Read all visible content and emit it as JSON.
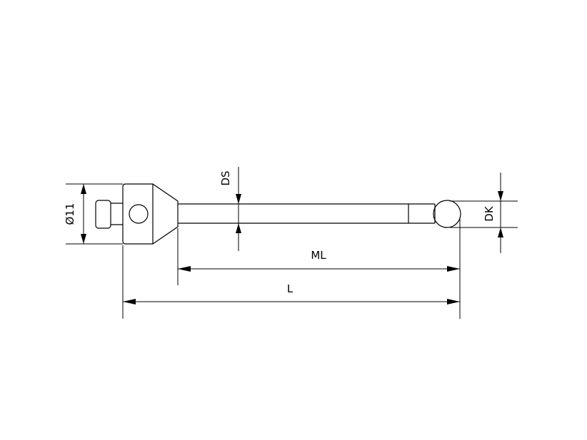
{
  "labels": {
    "diameter": "Ø11",
    "stem_diameter": "DS",
    "ball_diameter": "DK",
    "measuring_length": "ML",
    "total_length": "L"
  }
}
